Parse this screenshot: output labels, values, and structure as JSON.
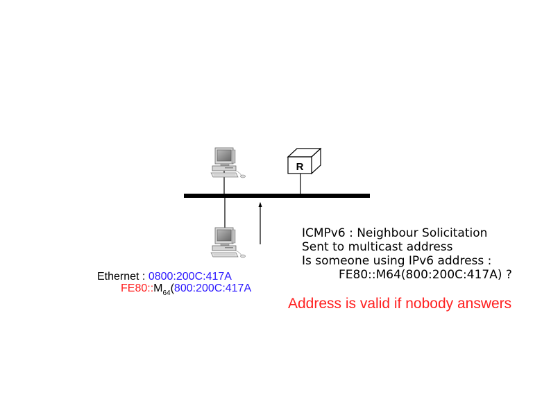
{
  "colors": {
    "prefix": "#ff1f1f",
    "mac": "#2a16ff",
    "text": "#000000",
    "alert": "#ff1f1f"
  },
  "icons": {
    "host": "desktop-computer-icon",
    "router": "router-box-icon"
  },
  "router": {
    "label": "R"
  },
  "host": {
    "ethernet_label": "Ethernet : ",
    "mac": "0800:200C:417A",
    "ll_prefix": "FE80",
    "ll_sep": "::",
    "ll_func": "M",
    "ll_sub": "64",
    "ll_open": "(",
    "ll_mac": "800:200C:417A"
  },
  "message": {
    "lines": [
      "ICMPv6 : Neighbour Solicitation",
      "Sent to multicast address",
      "Is someone using IPv6 address :",
      "FE80::M64(800:200C:417A) ?"
    ]
  },
  "answer": "Address is valid if nobody answers"
}
